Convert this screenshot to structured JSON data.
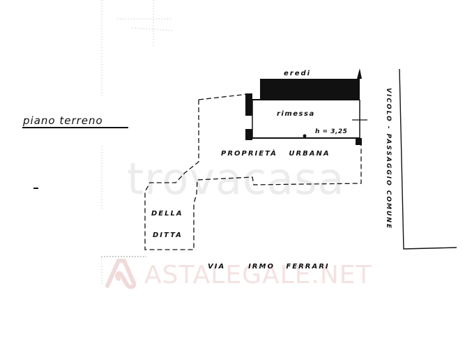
{
  "plan": {
    "title": "piano terreno",
    "labels": {
      "eredi": "eredi",
      "rimessa": "rimessa",
      "height": "h = 3,25",
      "proprieta_urbana": "PROPRIETÀ   URBANA",
      "della": "DELLA",
      "ditta": "DITTA",
      "street": "VIA      IRMO   FERRARI",
      "vicolo": "VICOLO - PASSAGGIO  COMUNE"
    }
  },
  "watermarks": {
    "trovacasa": "trovacasa",
    "astalegale": "ASTALEGALE.NET"
  },
  "colors": {
    "ink": "#111111",
    "background": "#ffffff",
    "watermark_grey": "#c8c8c8",
    "watermark_red": "#d69696"
  }
}
